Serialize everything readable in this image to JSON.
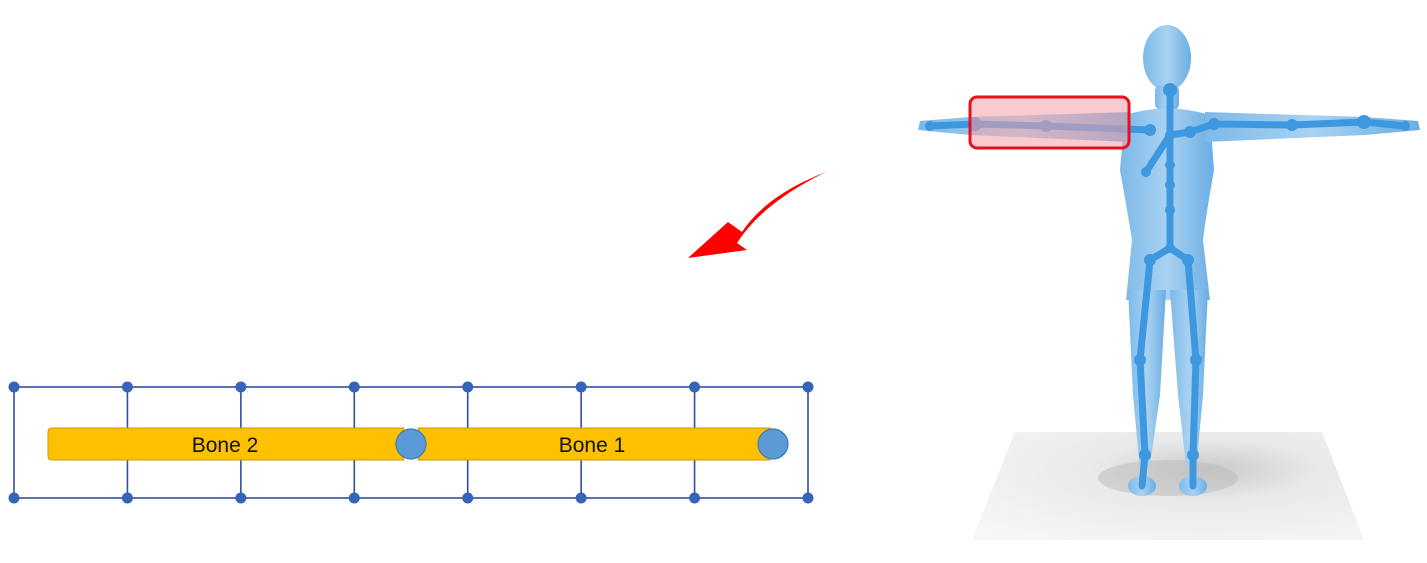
{
  "bones": [
    {
      "id": "bone-1",
      "label": "Bone 1"
    },
    {
      "id": "bone-2",
      "label": "Bone 2"
    }
  ],
  "lattice": {
    "columns": 7,
    "rows": 1
  },
  "colors": {
    "bone_fill": "#FFC000",
    "bone_stroke": "#C99A00",
    "joint": "#5B9BD5",
    "grid": "#2F4FA0",
    "figure": "#79B8E6",
    "skeleton": "#3E98E0",
    "highlight_fill": "#F4A0A8",
    "highlight_stroke": "#E8101C",
    "arrow": "#FF0000",
    "floor": "#EDEDED"
  }
}
